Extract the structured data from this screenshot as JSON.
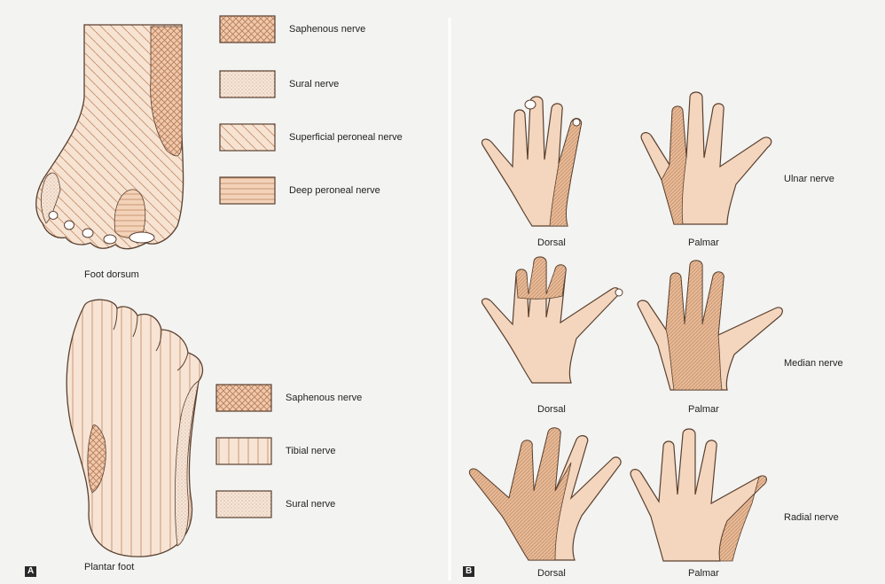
{
  "panelA": {
    "badge": "A",
    "dorsum_caption": "Foot dorsum",
    "plantar_caption": "Plantar foot",
    "dorsum_legend": [
      {
        "label": "Saphenous nerve",
        "pattern": "crosshatch"
      },
      {
        "label": "Sural nerve",
        "pattern": "dots"
      },
      {
        "label": "Superficial peroneal nerve",
        "pattern": "diagonal"
      },
      {
        "label": "Deep peroneal nerve",
        "pattern": "horizontal"
      }
    ],
    "plantar_legend": [
      {
        "label": "Saphenous nerve",
        "pattern": "crosshatch"
      },
      {
        "label": "Tibial nerve",
        "pattern": "vertical"
      },
      {
        "label": "Sural nerve",
        "pattern": "dots"
      }
    ]
  },
  "panelB": {
    "badge": "B",
    "rows": [
      {
        "nerve": "Ulnar nerve",
        "dorsal": "Dorsal",
        "palmar": "Palmar"
      },
      {
        "nerve": "Median nerve",
        "dorsal": "Dorsal",
        "palmar": "Palmar"
      },
      {
        "nerve": "Radial nerve",
        "dorsal": "Dorsal",
        "palmar": "Palmar"
      }
    ]
  },
  "colors": {
    "skin": "#f3d9c4",
    "line": "#5a4030",
    "hatch": "#c08a66",
    "background": "#f3f3f1"
  }
}
